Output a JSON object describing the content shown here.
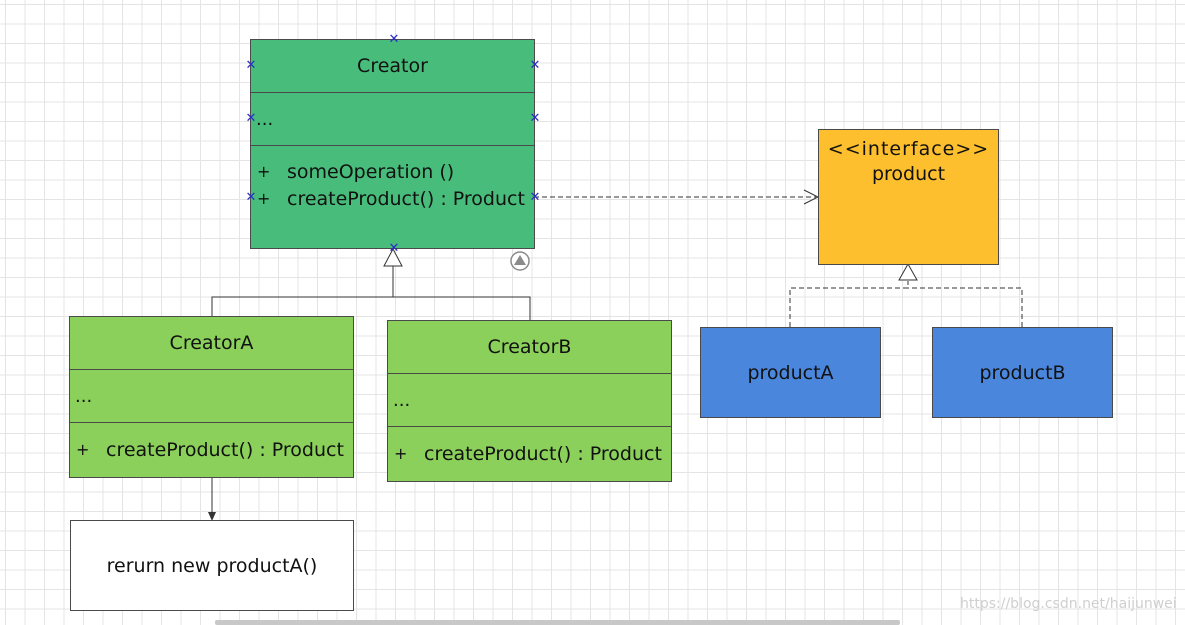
{
  "creator": {
    "title": "Creator",
    "attrs": "...",
    "ops": [
      {
        "vis": "+",
        "name": "someOperation ()"
      },
      {
        "vis": "+",
        "name": "createProduct() : Product"
      }
    ]
  },
  "creatorA": {
    "title": "CreatorA",
    "attrs": "...",
    "ops": [
      {
        "vis": "+",
        "name": "createProduct() : Product"
      }
    ]
  },
  "creatorB": {
    "title": "CreatorB",
    "attrs": "...",
    "ops": [
      {
        "vis": "+",
        "name": "createProduct() : Product"
      }
    ]
  },
  "product": {
    "stereotype": "<<interface>>",
    "name": "product"
  },
  "productA": {
    "name": "productA"
  },
  "productB": {
    "name": "productB"
  },
  "note": {
    "text": "rerurn new productA()"
  },
  "watermark": "https://blog.csdn.net/haijunwei",
  "colors": {
    "creator": "#48bd7b",
    "subclass": "#8bd05a",
    "interface": "#fdbf2d",
    "impl": "#4a86dc",
    "note": "#ffffff"
  }
}
